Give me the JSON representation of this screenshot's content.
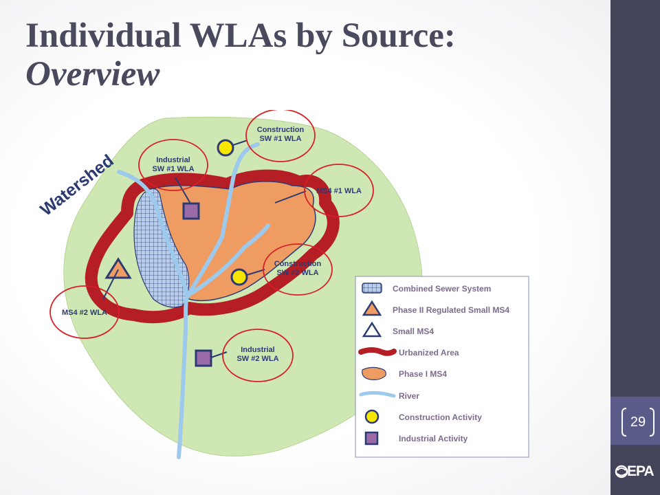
{
  "title": {
    "line1": "Individual WLAs by Source:",
    "line2": "Overview"
  },
  "page_number": "29",
  "logo_text": "EPA",
  "diagram": {
    "watershed_label": "Watershed",
    "callouts": {
      "construction_1": [
        "Construction",
        "SW #1 WLA"
      ],
      "industrial_1": [
        "Industrial",
        "SW #1 WLA"
      ],
      "ms4_1": "MS4 #1 WLA",
      "construction_2": [
        "Construction",
        "SW #2 WLA"
      ],
      "ms4_2": "MS4 #2 WLA",
      "industrial_2": [
        "Industrial",
        "SW #2 WLA"
      ]
    },
    "legend": [
      {
        "label": "Combined Sewer System",
        "icon": "grid-pattern-icon"
      },
      {
        "label": "Phase II Regulated Small MS4",
        "icon": "orange-triangle-icon"
      },
      {
        "label": "Small MS4",
        "icon": "white-triangle-icon"
      },
      {
        "label": "Urbanized Area",
        "icon": "red-band-icon"
      },
      {
        "label": "Phase I MS4",
        "icon": "orange-blob-icon"
      },
      {
        "label": "River",
        "icon": "blue-line-icon"
      },
      {
        "label": "Construction Activity",
        "icon": "yellow-circle-icon"
      },
      {
        "label": "Industrial Activity",
        "icon": "purple-square-icon"
      }
    ],
    "colors": {
      "watershed": "#cfe7b3",
      "urbanized": "#b41e24",
      "phase1": "#ef9c63",
      "river": "#9cc9ec",
      "sewer": "#b8cdea",
      "construction": "#f6e600",
      "industrial": "#9a6aa6",
      "outline": "#2b3a73",
      "callout": "#d81f26"
    }
  }
}
